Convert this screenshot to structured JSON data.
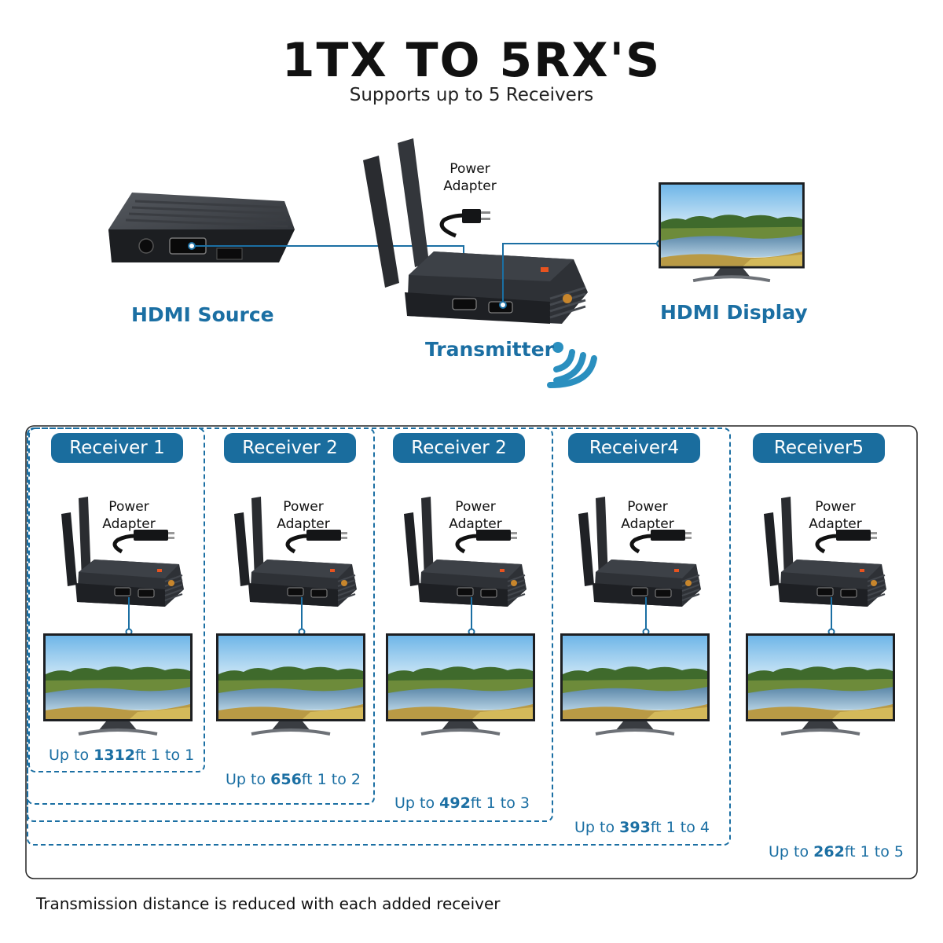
{
  "header": {
    "title": "1TX TO 5RX'S",
    "subtitle": "Supports up to 5 Receivers"
  },
  "top": {
    "source_label": "HDMI Source",
    "display_label": "HDMI Display",
    "transmitter_label": "Transmitter",
    "power_line1": "Power",
    "power_line2": "Adapter"
  },
  "receivers": [
    {
      "label": "Receiver 1",
      "power_line1": "Power",
      "power_line2": "Adapter",
      "dist_prefix": "Up to ",
      "dist_value": "1312",
      "dist_suffix": "ft 1 to 1"
    },
    {
      "label": "Receiver 2",
      "power_line1": "Power",
      "power_line2": "Adapter",
      "dist_prefix": "Up to ",
      "dist_value": "656",
      "dist_suffix": "ft 1 to 2"
    },
    {
      "label": "Receiver 2",
      "power_line1": "Power",
      "power_line2": "Adapter",
      "dist_prefix": "Up to ",
      "dist_value": "492",
      "dist_suffix": "ft 1 to 3"
    },
    {
      "label": "Receiver4",
      "power_line1": "Power",
      "power_line2": "Adapter",
      "dist_prefix": "Up to ",
      "dist_value": "393",
      "dist_suffix": "ft 1 to 4"
    },
    {
      "label": "Receiver5",
      "power_line1": "Power",
      "power_line2": "Adapter",
      "dist_prefix": "Up to ",
      "dist_value": "262",
      "dist_suffix": "ft 1 to 5"
    }
  ],
  "footer": {
    "note": "Transmission distance is reduced with each added receiver"
  },
  "colors": {
    "accent_blue": "#1a6d9e",
    "device_dark": "#2e3136",
    "device_accent": "#e8531f"
  }
}
